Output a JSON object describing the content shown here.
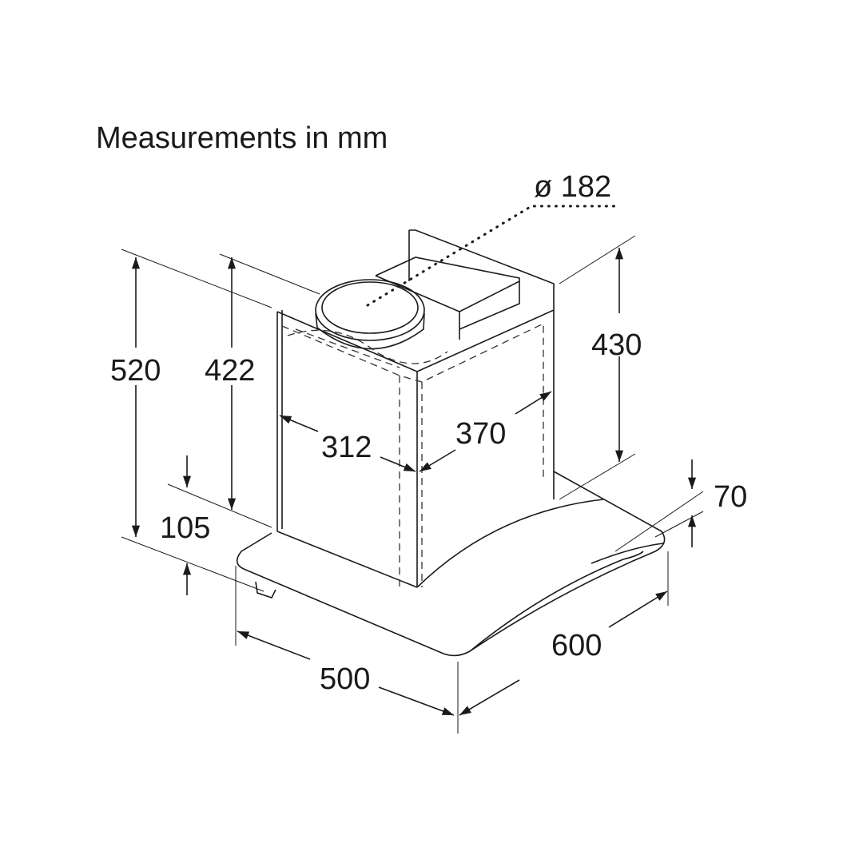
{
  "title": "Measurements in mm",
  "dimensions": {
    "duct_diameter": "ø 182",
    "total_height": "520",
    "chimney_height": "422",
    "canopy_front_height": "105",
    "chimney_width": "312",
    "chimney_depth": "370",
    "upper_chimney_height": "430",
    "canopy_edge_height": "70",
    "canopy_width": "600",
    "canopy_depth": "500"
  }
}
